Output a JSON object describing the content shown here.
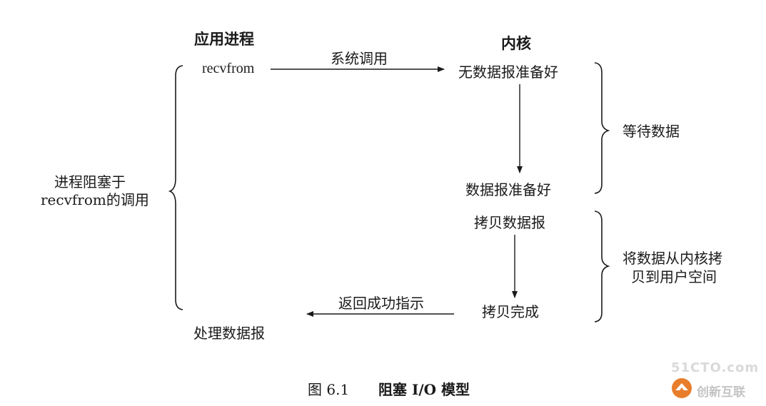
{
  "headers": {
    "app_process": "应用进程",
    "kernel": "内核"
  },
  "app_side": {
    "recvfrom": "recvfrom",
    "blocked_line1": "进程阻塞于",
    "blocked_line2": "recvfrom的调用",
    "process_datagram": "处理数据报"
  },
  "arrows": {
    "syscall": "系统调用",
    "return_success": "返回成功指示"
  },
  "kernel_side": {
    "no_datagram_ready": "无数据报准备好",
    "datagram_ready": "数据报准备好",
    "copy_datagram": "拷贝数据报",
    "copy_complete": "拷贝完成"
  },
  "phases": {
    "wait_data": "等待数据",
    "copy_line1": "将数据从内核拷",
    "copy_line2": "贝到用户空间"
  },
  "caption": {
    "figure_number": "图 6.1",
    "title": "阻塞 I/O 模型"
  },
  "watermark": {
    "site": "51CTO.com",
    "brand": "创新互联"
  }
}
